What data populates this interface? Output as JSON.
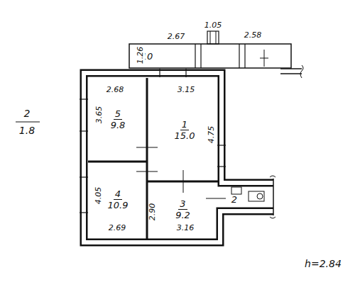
{
  "diagram": {
    "nodes": [
      {
        "text": [
          "10"
        ]
      },
      {
        "text": [
          "5",
          "9.8"
        ]
      },
      {
        "text": [
          "1",
          "15.0"
        ]
      },
      {
        "text": [
          "4",
          "10.9"
        ]
      },
      {
        "text": [
          "3",
          "9.2"
        ]
      },
      {
        "text": [
          "2"
        ]
      }
    ],
    "labels": [
      "1.05",
      "2.67",
      "2.58",
      "1.26",
      "2.68",
      "3.15",
      "3.65",
      "4.75",
      "4.05",
      "2.90",
      "2.69",
      "3.16",
      "2",
      "1.8",
      "h=2.84"
    ]
  }
}
